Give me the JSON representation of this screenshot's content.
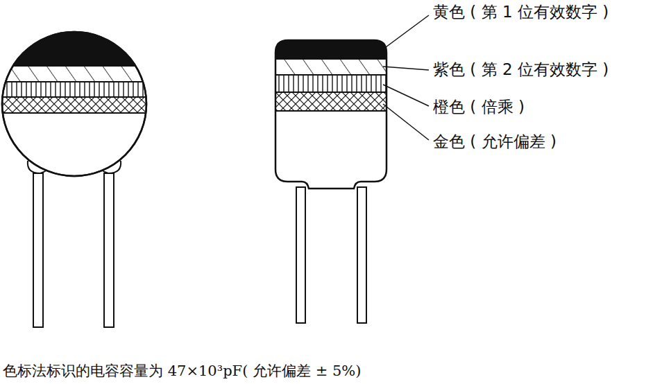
{
  "diagram": {
    "caption": "色标法标识的电容容量为 47×10³pF( 允许偏差 ± 5%)",
    "labels": [
      "黄色 ( 第 1 位有效数字 )",
      "紫色 ( 第 2 位有效数字 )",
      "橙色 ( 倍乘 )",
      "金色 ( 允许偏差 )"
    ]
  }
}
